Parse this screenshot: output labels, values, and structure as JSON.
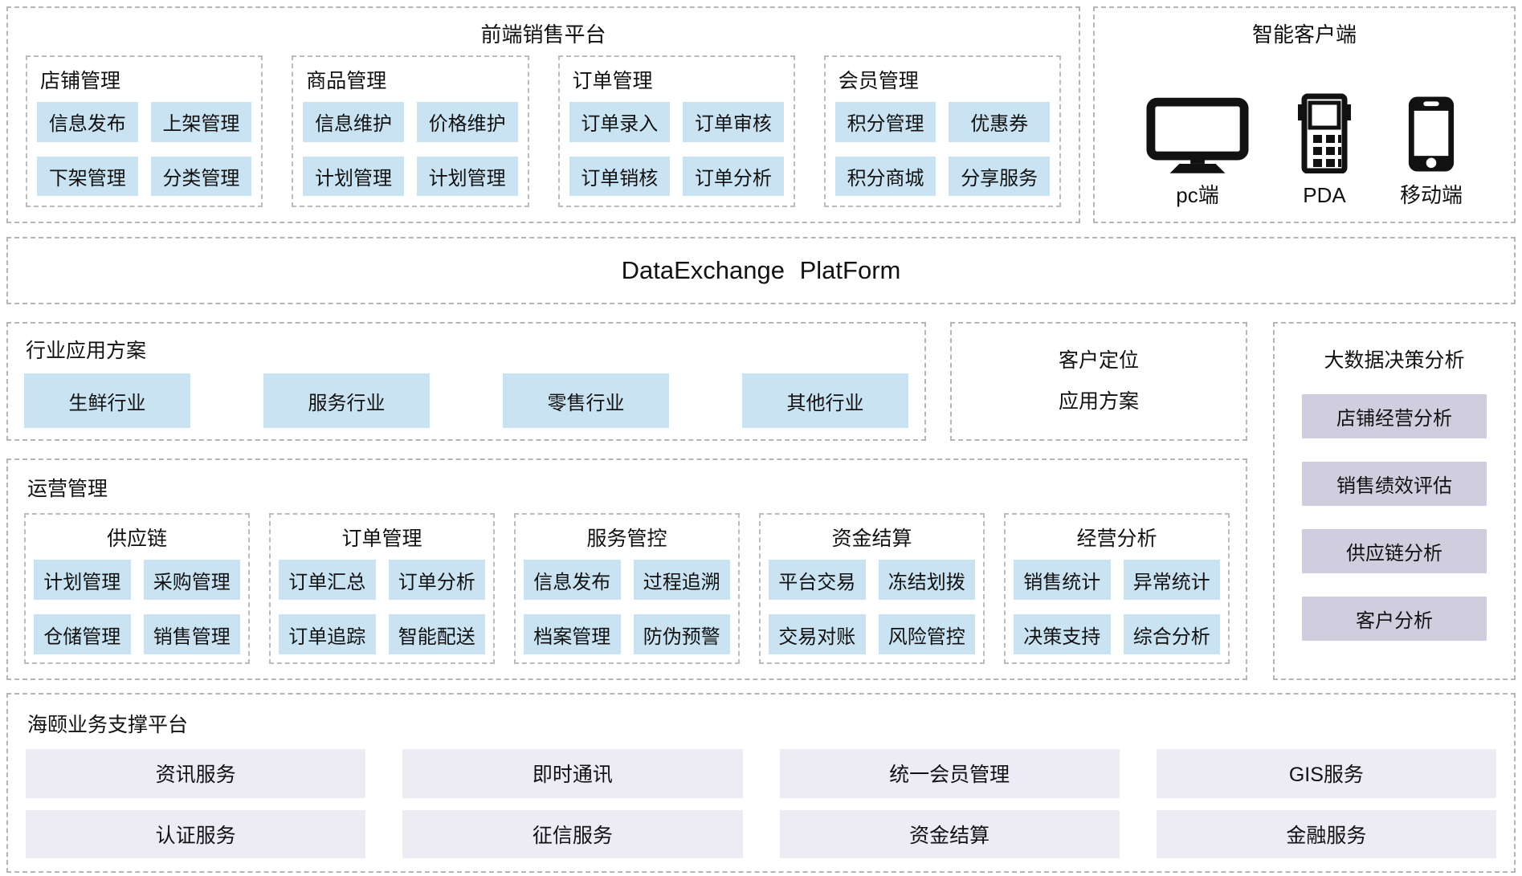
{
  "colors": {
    "item_blue": "#cae3f2",
    "item_lavender": "#d0cdde",
    "item_light_lavender": "#edebf4",
    "dashed_border": "#b5b5b5"
  },
  "front_platform": {
    "title": "前端销售平台",
    "groups": [
      {
        "title": "店铺管理",
        "items": [
          "信息发布",
          "上架管理",
          "下架管理",
          "分类管理"
        ]
      },
      {
        "title": "商品管理",
        "items": [
          "信息维护",
          "价格维护",
          "计划管理",
          "计划管理"
        ]
      },
      {
        "title": "订单管理",
        "items": [
          "订单录入",
          "订单审核",
          "订单销核",
          "订单分析"
        ]
      },
      {
        "title": "会员管理",
        "items": [
          "积分管理",
          "优惠券",
          "积分商城",
          "分享服务"
        ]
      }
    ]
  },
  "smart_client": {
    "title": "智能客户端",
    "devices": [
      {
        "icon": "desktop-monitor-icon",
        "label": "pc端"
      },
      {
        "icon": "pda-device-icon",
        "label": "PDA"
      },
      {
        "icon": "mobile-phone-icon",
        "label": "移动端"
      }
    ]
  },
  "data_exchange": {
    "title": "DataExchange PlatForm"
  },
  "industry_solutions": {
    "title": "行业应用方案",
    "items": [
      "生鲜行业",
      "服务行业",
      "零售行业",
      "其他行业"
    ]
  },
  "customer_positioning": {
    "line1": "客户定位",
    "line2": "应用方案"
  },
  "big_data_analysis": {
    "title": "大数据决策分析",
    "items": [
      "店铺经营分析",
      "销售绩效评估",
      "供应链分析",
      "客户分析"
    ]
  },
  "operations": {
    "title": "运营管理",
    "groups": [
      {
        "title": "供应链",
        "items": [
          "计划管理",
          "采购管理",
          "仓储管理",
          "销售管理"
        ]
      },
      {
        "title": "订单管理",
        "items": [
          "订单汇总",
          "订单分析",
          "订单追踪",
          "智能配送"
        ]
      },
      {
        "title": "服务管控",
        "items": [
          "信息发布",
          "过程追溯",
          "档案管理",
          "防伪预警"
        ]
      },
      {
        "title": "资金结算",
        "items": [
          "平台交易",
          "冻结划拨",
          "交易对账",
          "风险管控"
        ]
      },
      {
        "title": "经营分析",
        "items": [
          "销售统计",
          "异常统计",
          "决策支持",
          "综合分析"
        ]
      }
    ]
  },
  "support_platform": {
    "title": "海颐业务支撑平台",
    "services": [
      "资讯服务",
      "即时通讯",
      "统一会员管理",
      "GIS服务",
      "认证服务",
      "征信服务",
      "资金结算",
      "金融服务"
    ]
  }
}
